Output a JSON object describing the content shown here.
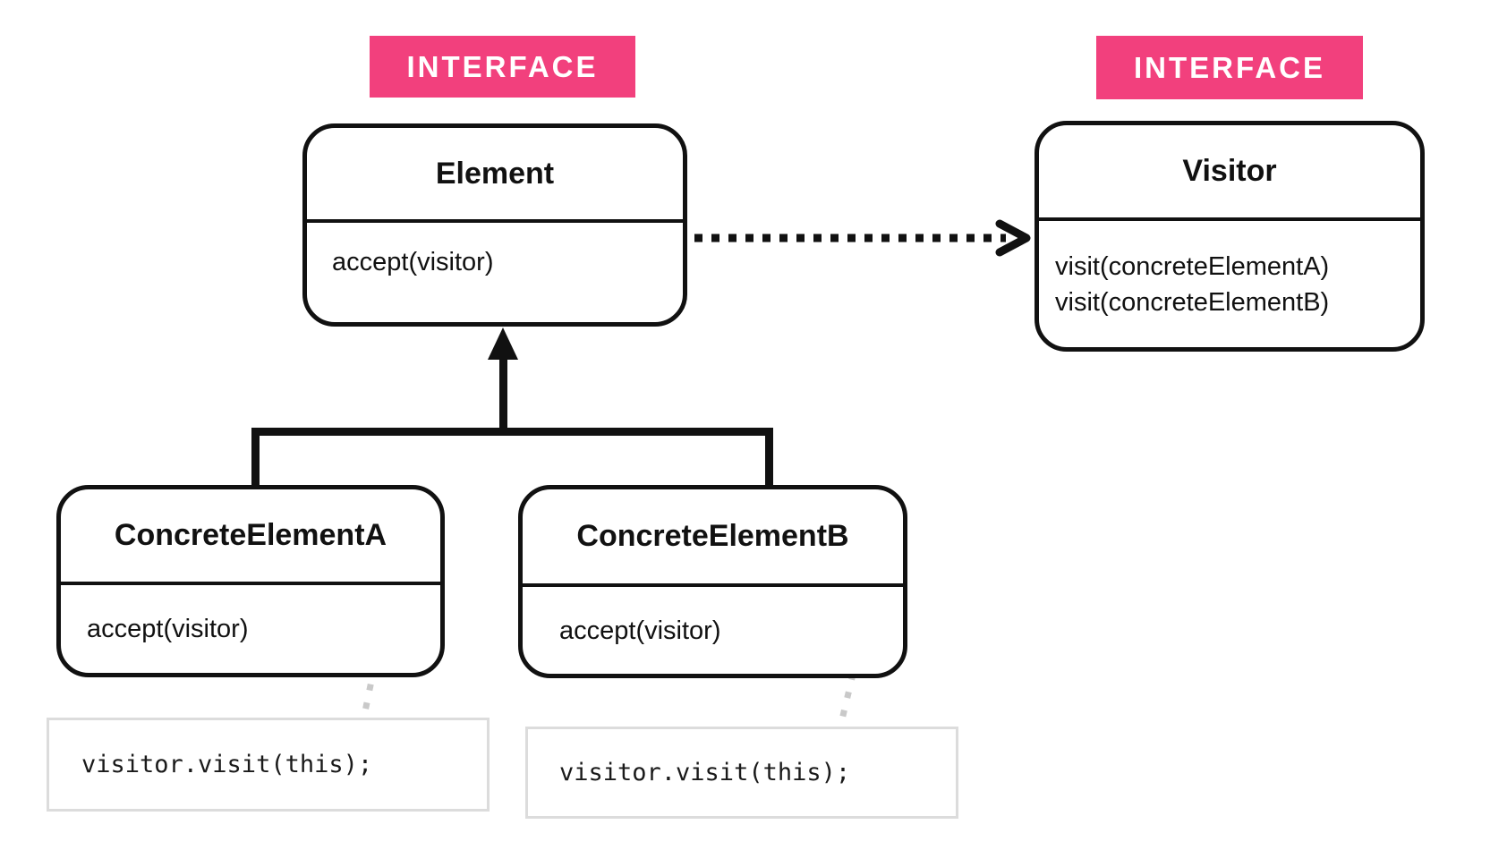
{
  "colors": {
    "accent_pink": "#F2407D",
    "line_black": "#111111",
    "note_border": "#DCDCDC",
    "note_connector_gray": "#C9C9C9"
  },
  "badges": {
    "element_interface": "INTERFACE",
    "visitor_interface": "INTERFACE"
  },
  "classes": {
    "element": {
      "title": "Element",
      "methods": [
        "accept(visitor)"
      ]
    },
    "visitor": {
      "title": "Visitor",
      "methods": [
        "visit(concreteElementA)",
        "visit(concreteElementB)"
      ]
    },
    "concrete_element_a": {
      "title": "ConcreteElementA",
      "methods": [
        "accept(visitor)"
      ]
    },
    "concrete_element_b": {
      "title": "ConcreteElementB",
      "methods": [
        "accept(visitor)"
      ]
    }
  },
  "code_notes": {
    "note_a": "visitor.visit(this);",
    "note_b": "visitor.visit(this);"
  }
}
